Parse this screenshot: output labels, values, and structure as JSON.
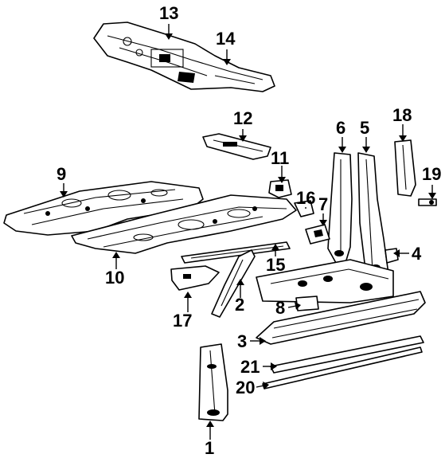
{
  "callouts": {
    "p1": "1",
    "p2": "2",
    "p3": "3",
    "p4": "4",
    "p5": "5",
    "p6": "6",
    "p7": "7",
    "p8": "8",
    "p9": "9",
    "p10": "10",
    "p11": "11",
    "p12": "12",
    "p13": "13",
    "p14": "14",
    "p15": "15",
    "p16": "16",
    "p17": "17",
    "p18": "18",
    "p19": "19",
    "p20": "20",
    "p21": "21"
  }
}
